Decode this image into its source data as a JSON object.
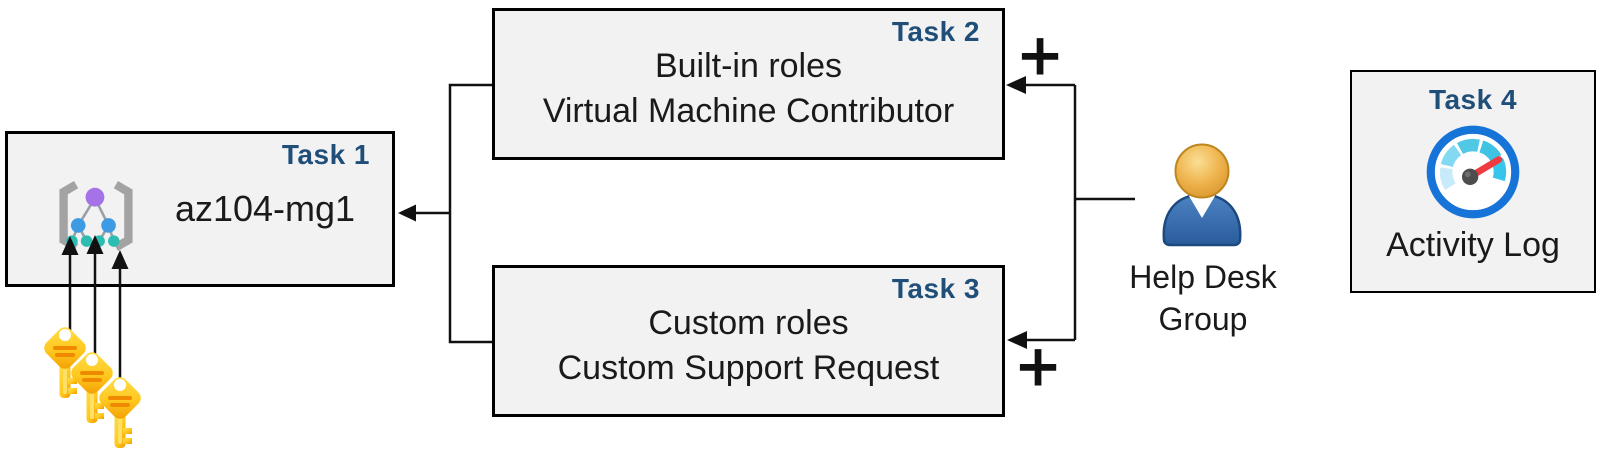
{
  "task1": {
    "label": "Task 1",
    "name": "az104-mg1",
    "icon": "management-group-icon"
  },
  "task2": {
    "label": "Task 2",
    "line1": "Built-in roles",
    "line2": "Virtual Machine Contributor"
  },
  "task3": {
    "label": "Task 3",
    "line1": "Custom roles",
    "line2": "Custom Support Request"
  },
  "task4": {
    "label": "Task 4",
    "caption": "Activity Log",
    "icon": "gauge-icon"
  },
  "actor": {
    "line1": "Help Desk",
    "line2": "Group",
    "icon": "user-icon"
  },
  "keys": {
    "icon": "keys-icon",
    "count": 3
  },
  "plus_symbol": "+",
  "colors": {
    "box_fill": "#F2F2F2",
    "box_border": "#000000",
    "task_label": "#1F4E79",
    "text": "#1A1A1A",
    "connector": "#111111",
    "key_gold_light": "#FFDF4D",
    "key_gold_dark": "#F29B00",
    "key_stripe": "#EF8A00",
    "mg_bracket": "#A3A3A3",
    "mg_node_top": "#A672E8",
    "mg_node_mid": "#3D9BE4",
    "mg_node_leaf": "#2CBCB2",
    "gauge_ring": "#1673D8",
    "gauge_segments": [
      "#C7EBF9",
      "#84D9F2",
      "#50C8E6",
      "#3FC3E2",
      "#38C5EA"
    ],
    "gauge_needle": "#EE3A41",
    "gauge_hub": "#4D4D4D",
    "user_head": "#E8A83E",
    "user_body": "#39679F"
  }
}
